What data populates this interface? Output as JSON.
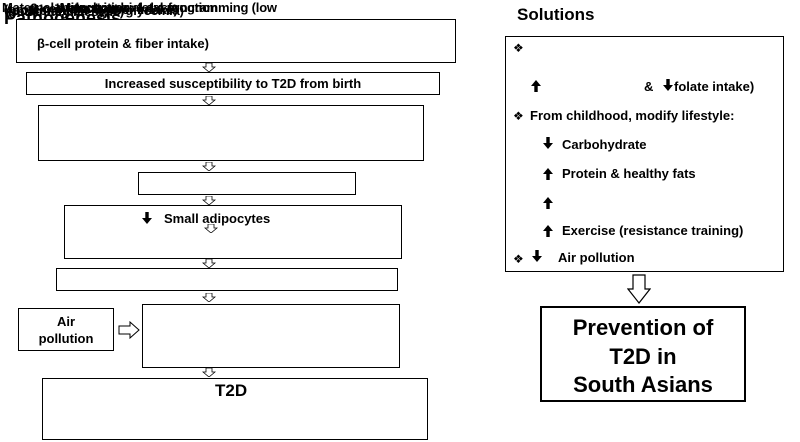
{
  "header": {
    "lines": [
      "Maternal malnutrition: fetal programming (low",
      "(protein intake & fiber intake)",
      "(sedentary lifestyle)",
      "β-cell function",
      "(postprandial hyperglycemia)",
      "Mitochondrial dysfunction"
    ]
  },
  "pathogenesis": {
    "title": "Pathogenesis",
    "box1_text": "β-cell protein & fiber intake)",
    "box2_text": "Increased susceptibility to T2D from birth",
    "box5_text": "Small adipocytes",
    "air_pollution": "Air pollution",
    "t2d_label": "T2D"
  },
  "solutions": {
    "title": "Solutions",
    "items": {
      "folate": "& ",
      "folate_tail": " folate intake)",
      "childhood": "From childhood, modify lifestyle:",
      "carb": "Carbohydrate",
      "protein": "Protein & healthy fats",
      "exercise": "Exercise (resistance training)",
      "air": "Air pollution"
    }
  },
  "prevention": {
    "line1": "Prevention of",
    "line2": "T2D in",
    "line3": "South Asians"
  }
}
